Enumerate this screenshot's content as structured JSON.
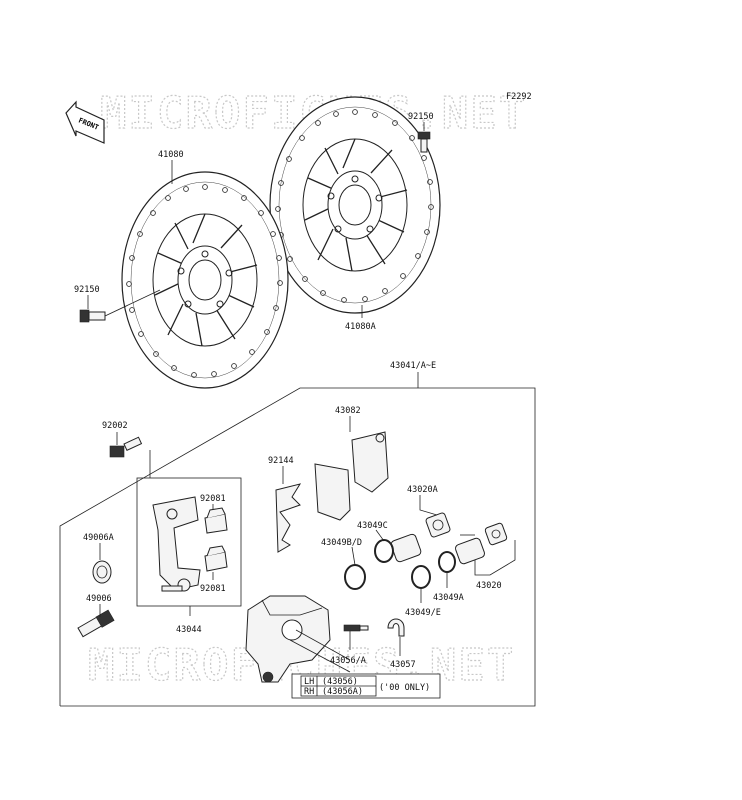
{
  "figure_code": "F2292",
  "watermark": "MICROFICHES.NET",
  "front_indicator": "FRONT",
  "labels": {
    "p92150_top": "92150",
    "p41080": "41080",
    "p92150_left": "92150",
    "p41080A": "41080A",
    "p43041": "43041/A~E",
    "p43082": "43082",
    "p92002": "92002",
    "p92144": "92144",
    "p43020A": "43020A",
    "p92081_top": "92081",
    "p43049C": "43049C",
    "p49006A": "49006A",
    "p43049BD": "43049B/D",
    "p43049A": "43049A",
    "p43020": "43020",
    "p92081_bot": "92081",
    "p49006": "49006",
    "p43049E": "43049/E",
    "p43044": "43044",
    "p43056": "43056/A",
    "p43057": "43057"
  },
  "caliper_table": {
    "rows": [
      {
        "side": "LH",
        "part": "(43056)"
      },
      {
        "side": "RH",
        "part": "(43056A)"
      }
    ],
    "note": "('00 ONLY)"
  }
}
